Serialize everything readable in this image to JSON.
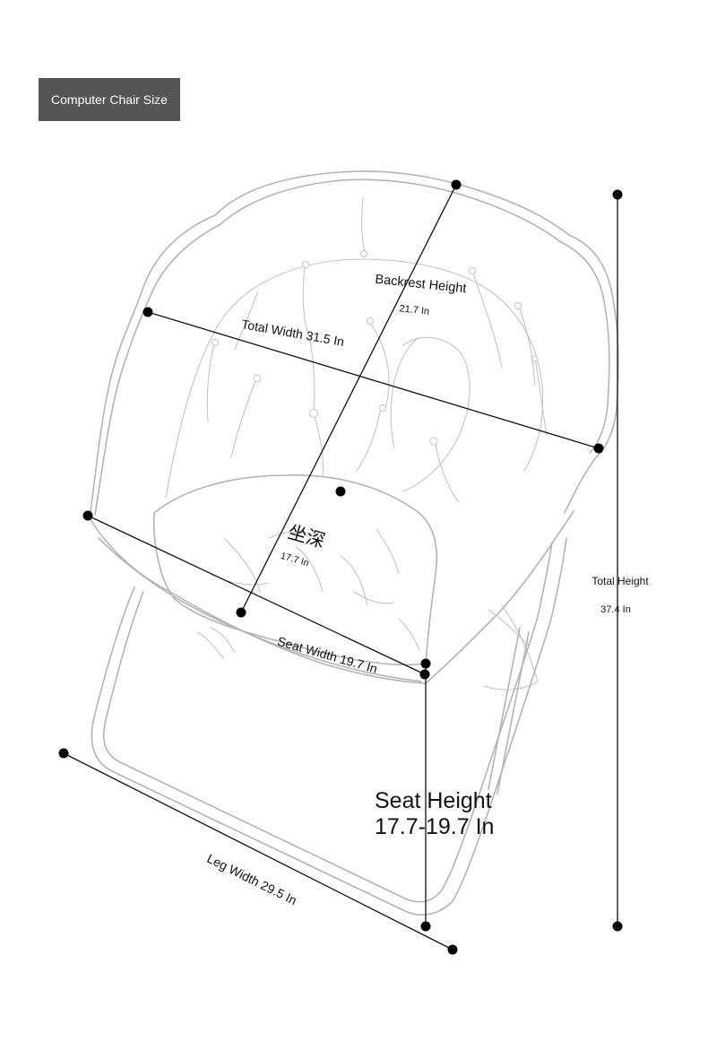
{
  "title": "Computer Chair Size",
  "labels": {
    "backrest_height": "Backrest Height",
    "backrest_height_value": "21.7 In",
    "total_width": "Total Width 31.5 In",
    "seat_depth": "坐深",
    "seat_depth_value": "17.7 In",
    "seat_width": "Seat Width 19.7 In",
    "total_height": "Total Height",
    "total_height_value": "37.4 In",
    "seat_height": "Seat Height",
    "seat_height_value": "17.7-19.7 In",
    "leg_width": "Leg Width 29.5 In"
  },
  "colors": {
    "badge_background": "#555555",
    "chair_outline": "#b3b3b3",
    "dimension_line": "#111111"
  }
}
